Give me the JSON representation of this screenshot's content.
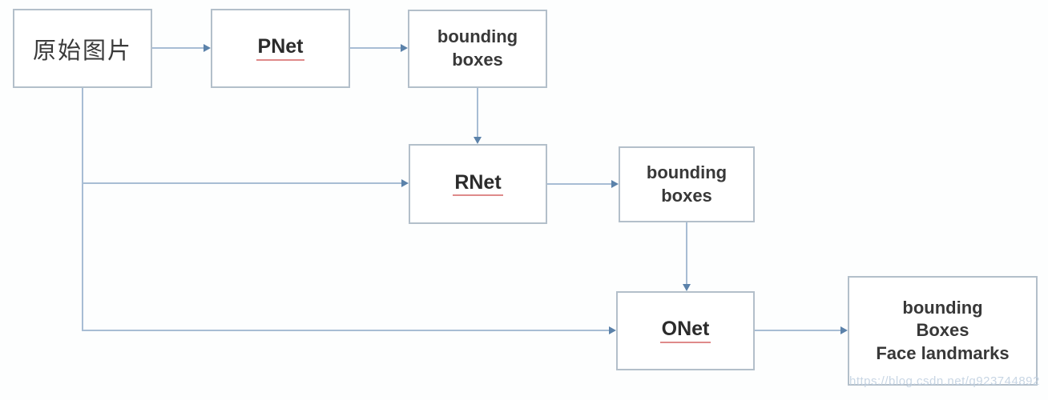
{
  "theme": {
    "bg": "#fdfefe",
    "box-border": "#b3bfca",
    "line": "#a8bdd4",
    "arrow": "#5b82aa",
    "text": "#333333",
    "net-underline": "#df8a8a",
    "watermark-color": "#c3d2e2"
  },
  "diagram": {
    "type": "flowchart",
    "subject": "MTCNN cascaded face detection pipeline",
    "nodes": [
      {
        "id": "input-image",
        "label": "原始图片"
      },
      {
        "id": "pnet",
        "label": "PNet"
      },
      {
        "id": "pnet-bounding-boxes",
        "lines": [
          "bounding",
          "boxes"
        ]
      },
      {
        "id": "rnet",
        "label": "RNet"
      },
      {
        "id": "rnet-bounding-boxes",
        "lines": [
          "bounding",
          "boxes"
        ]
      },
      {
        "id": "onet",
        "label": "ONet"
      },
      {
        "id": "output",
        "lines": [
          "bounding",
          "Boxes",
          "Face landmarks"
        ]
      }
    ],
    "edges": [
      {
        "from": "input-image",
        "to": "pnet"
      },
      {
        "from": "pnet",
        "to": "pnet-bounding-boxes"
      },
      {
        "from": "pnet-bounding-boxes",
        "to": "rnet"
      },
      {
        "from": "input-image",
        "to": "rnet"
      },
      {
        "from": "rnet",
        "to": "rnet-bounding-boxes"
      },
      {
        "from": "rnet-bounding-boxes",
        "to": "onet"
      },
      {
        "from": "input-image",
        "to": "onet"
      },
      {
        "from": "onet",
        "to": "output"
      }
    ],
    "watermark": "https://blog.csdn.net/q923744892"
  }
}
